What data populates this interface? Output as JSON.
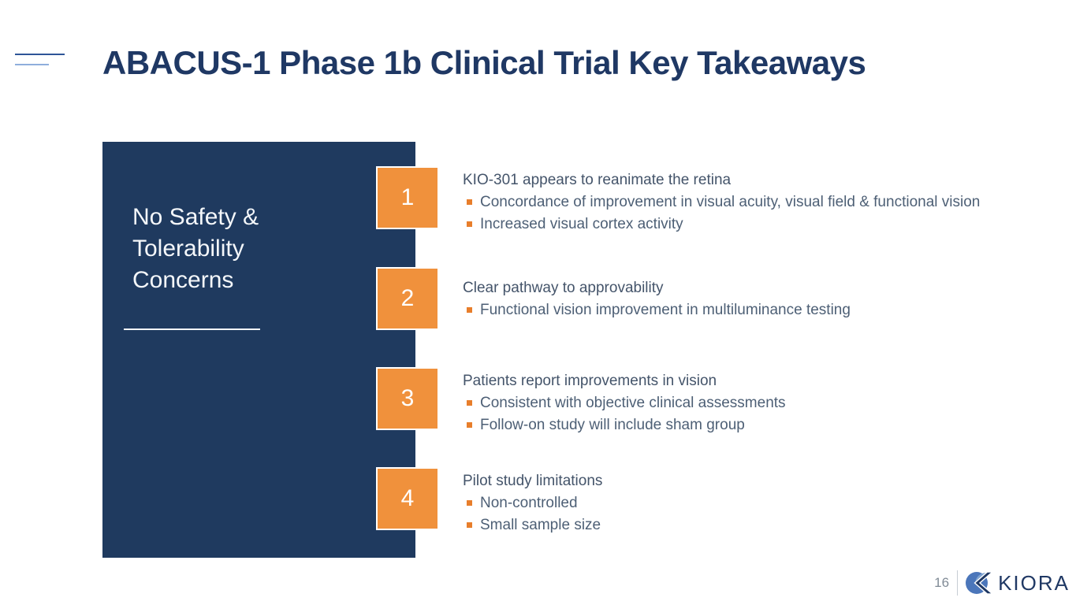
{
  "slide": {
    "title": "ABACUS-1 Phase 1b Clinical Trial Key Takeaways",
    "page_number": "16",
    "brand": "KIORA"
  },
  "panel": {
    "title": "No Safety & Tolerability Concerns"
  },
  "takeaways": [
    {
      "number": "1",
      "heading": "KIO-301 appears to reanimate the retina",
      "bullets": [
        "Concordance of improvement in visual acuity, visual field & functional vision",
        "Increased visual cortex activity"
      ]
    },
    {
      "number": "2",
      "heading": "Clear pathway to approvability",
      "bullets": [
        "Functional vision improvement in multiluminance testing"
      ]
    },
    {
      "number": "3",
      "heading": "Patients report improvements in vision",
      "bullets": [
        "Consistent with objective clinical assessments",
        "Follow-on study will include sham group"
      ]
    },
    {
      "number": "4",
      "heading": "Pilot study limitations",
      "bullets": [
        "Non-controlled",
        "Small sample size"
      ]
    }
  ],
  "colors": {
    "navy_panel": "#1F3A5F",
    "title_navy": "#1F3864",
    "orange_badge": "#F0913C",
    "orange_bullet": "#E87E2B",
    "body_text": "#44546A",
    "accent_line_dark": "#2E5597",
    "accent_line_light": "#8FAEDC",
    "page_number_gray": "#808B96",
    "logo_blue": "#4B76BA"
  }
}
